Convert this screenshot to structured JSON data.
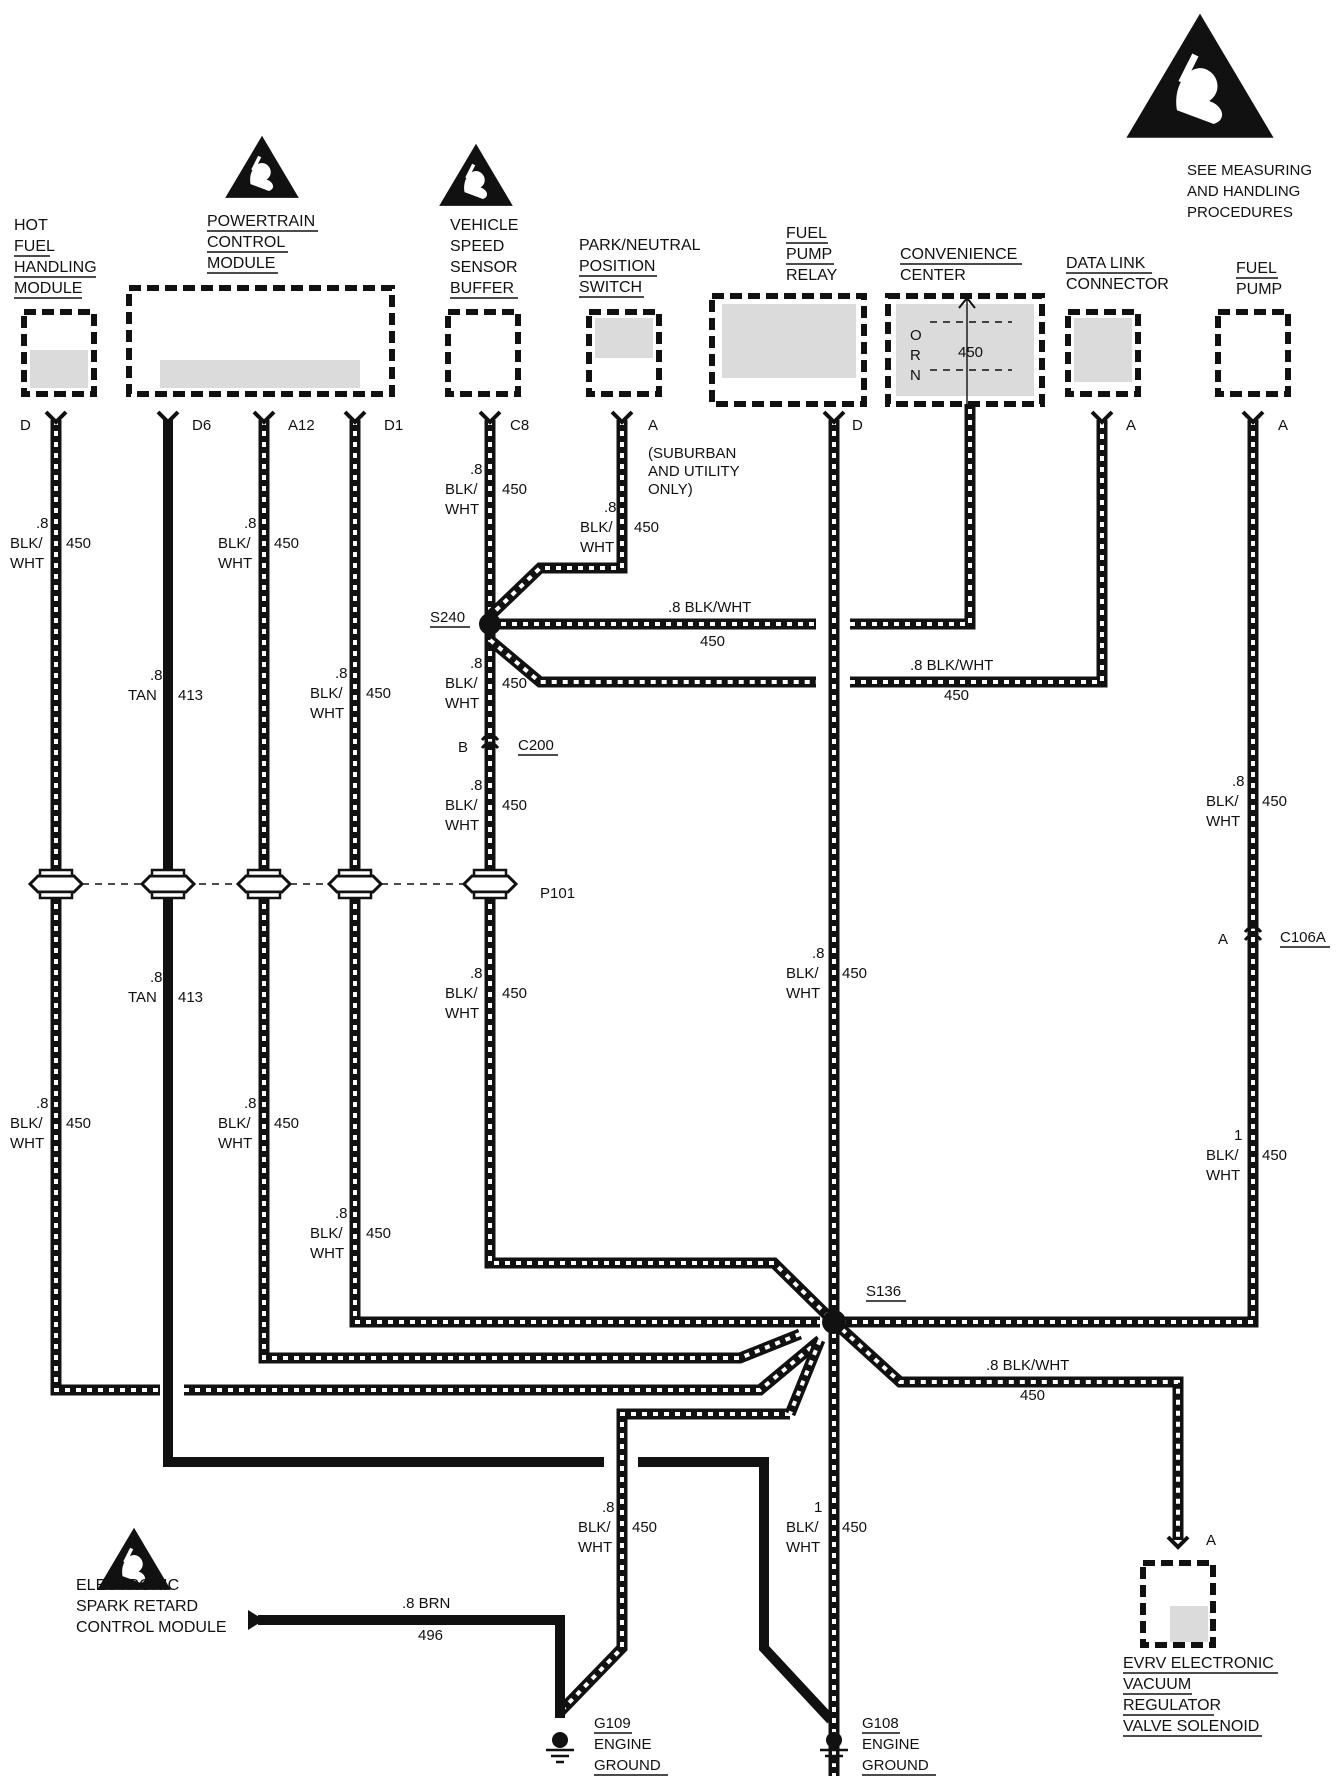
{
  "warning": {
    "note_lines": [
      "SEE MEASURING",
      "AND HANDLING",
      "PROCEDURES"
    ]
  },
  "components": {
    "hot_fuel": [
      "HOT",
      "FUEL",
      "HANDLING",
      "MODULE"
    ],
    "pcm": [
      "POWERTRAIN",
      "CONTROL",
      "MODULE"
    ],
    "vss": [
      "VEHICLE",
      "SPEED",
      "SENSOR",
      "BUFFER"
    ],
    "pnp": [
      "PARK/NEUTRAL",
      "POSITION",
      "SWITCH"
    ],
    "relay": [
      "FUEL",
      "PUMP",
      "RELAY"
    ],
    "conv": [
      "CONVENIENCE",
      "CENTER"
    ],
    "dlc": [
      "DATA LINK",
      "CONNECTOR"
    ],
    "pump": [
      "FUEL",
      "PUMP"
    ],
    "evrv": [
      "EVRV ELECTRONIC",
      "VACUUM",
      "REGULATOR",
      "VALVE SOLENOID"
    ],
    "esc": [
      "ELECTRONIC",
      "SPARK RETARD",
      "CONTROL MODULE"
    ]
  },
  "conv_inner": {
    "letters": [
      "O",
      "R",
      "N"
    ],
    "circuit": "450"
  },
  "pins": {
    "hot_fuel": "D",
    "pcm_d6": "D6",
    "pcm_a12": "A12",
    "pcm_d1": "D1",
    "vss": "C8",
    "pnp": "A",
    "relay": "D",
    "dlc": "A",
    "pump": "A",
    "evrv": "A"
  },
  "pnp_note": [
    "(SUBURBAN",
    "AND UTILITY",
    "ONLY)"
  ],
  "splices": {
    "s240": "S240",
    "s136": "S136"
  },
  "connectors": {
    "c200": "C200",
    "c200_pin": "B",
    "p101": "P101",
    "c106a": "C106A",
    "c106a_pin": "A"
  },
  "grounds": {
    "g109": [
      "G109",
      "ENGINE",
      "GROUND"
    ],
    "g108": [
      "G108",
      "ENGINE",
      "GROUND"
    ]
  },
  "wire_labels": {
    "bw": {
      "gauge": ".8",
      "color_l1": "BLK/",
      "color_l2": "WHT",
      "circuit": "450"
    },
    "bw1": {
      "gauge": "1",
      "color_l1": "BLK/",
      "color_l2": "WHT",
      "circuit": "450"
    },
    "tan": {
      "gauge": ".8",
      "color": "TAN",
      "circuit": "413"
    },
    "horiz_bw": {
      "text": ".8 BLK/WHT",
      "circuit": "450"
    },
    "brn": {
      "text": ".8 BRN",
      "circuit": "496"
    }
  }
}
